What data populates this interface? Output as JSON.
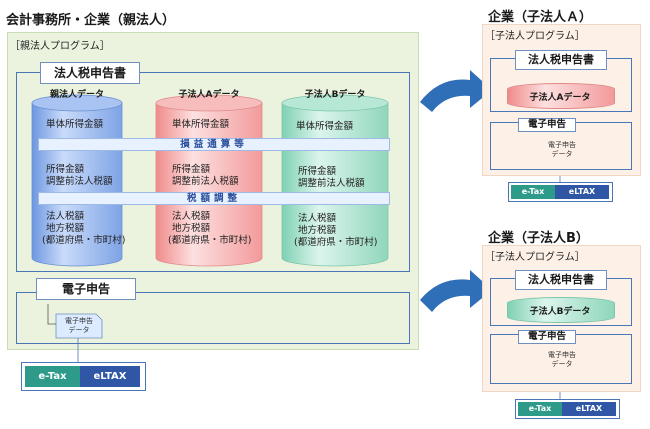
{
  "parent": {
    "title": "会計事務所・企業（親法人）",
    "program_label": "［親法人プログラム］",
    "tax_return": "法人税申告書",
    "cylinders": [
      {
        "header": "親法人データ",
        "color": "#8fb3ef",
        "line1": "単体所得金額",
        "line2a": "所得金額",
        "line2b": "調整前法人税額",
        "line3a": "法人税額",
        "line3b": "地方税額",
        "line3c": "(都道府県・市町村)"
      },
      {
        "header": "子法人Aデータ",
        "color": "#f4a6a6",
        "line1": "単体所得金額",
        "line2a": "所得金額",
        "line2b": "調整前法人税額",
        "line3a": "法人税額",
        "line3b": "地方税額",
        "line3c": "(都道府県・市町村)"
      },
      {
        "header": "子法人Bデータ",
        "color": "#9fdcc5",
        "line1": "単体所得金額",
        "line2a": "所得金額",
        "line2b": "調整前法人税額",
        "line3a": "法人税額",
        "line3b": "地方税額",
        "line3c": "(都道府県・市町村)"
      }
    ],
    "band1": "損益通算等",
    "band2": "税額調整",
    "efiling": "電子申告",
    "efiling_doc": [
      "電子申告",
      "データ"
    ],
    "etax": "e-Tax",
    "eltax": "eLTAX"
  },
  "child_a": {
    "title": "企業（子法人Ａ）",
    "program_label": "［子法人プログラム］",
    "tax_return": "法人税申告書",
    "data_label": "子法人Aデータ",
    "efiling": "電子申告",
    "efiling_doc": [
      "電子申告",
      "データ"
    ],
    "etax": "e-Tax",
    "eltax": "eLTAX"
  },
  "child_b": {
    "title": "企業（子法人B）",
    "program_label": "［子法人プログラム］",
    "tax_return": "法人税申告書",
    "data_label": "子法人Bデータ",
    "efiling": "電子申告",
    "efiling_doc": [
      "電子申告",
      "データ"
    ],
    "etax": "e-Tax",
    "eltax": "eLTAX"
  },
  "colors": {
    "parent_panel": "#ebf3df",
    "child_panel": "#fdf0e6",
    "etax": "#2e9b8a",
    "eltax": "#2f57a6",
    "arrow": "#2f6fb8"
  }
}
